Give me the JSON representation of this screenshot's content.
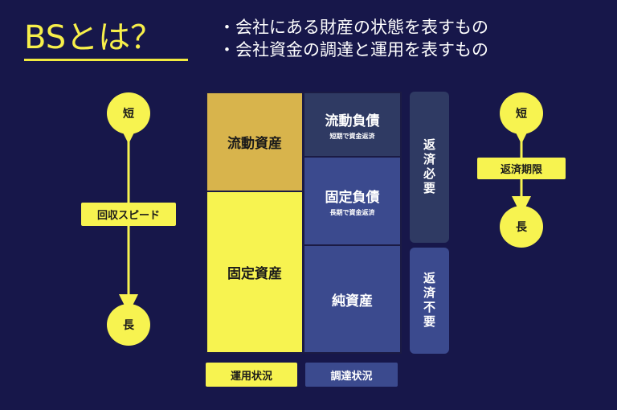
{
  "title": "BSとは？",
  "bullets": [
    "・会社にある財産の状態を表すもの",
    "・会社資金の調達と運用を表すもの"
  ],
  "left_axis": {
    "top": "短",
    "bottom": "長",
    "label": "回収スピード"
  },
  "right_axis": {
    "top": "短",
    "bottom": "長",
    "label": "返済期限"
  },
  "balance_sheet": {
    "current_assets": "流動資産",
    "fixed_assets": "固定資産",
    "current_liabilities": {
      "title": "流動負債",
      "note": "短期で資金返済"
    },
    "fixed_liabilities": {
      "title": "固定負債",
      "note": "長期で資金返済"
    },
    "net_assets": "純資産"
  },
  "side_labels": {
    "repay_required": "返済必要",
    "repay_not_required": "返済不要"
  },
  "footer": {
    "left": "運用状況",
    "right": "調達状況"
  },
  "colors": {
    "background": "#17174a",
    "yellow": "#f7f350",
    "gold": "#d8b44c",
    "navy": "#2f3a63",
    "blue": "#3b4a8e"
  }
}
